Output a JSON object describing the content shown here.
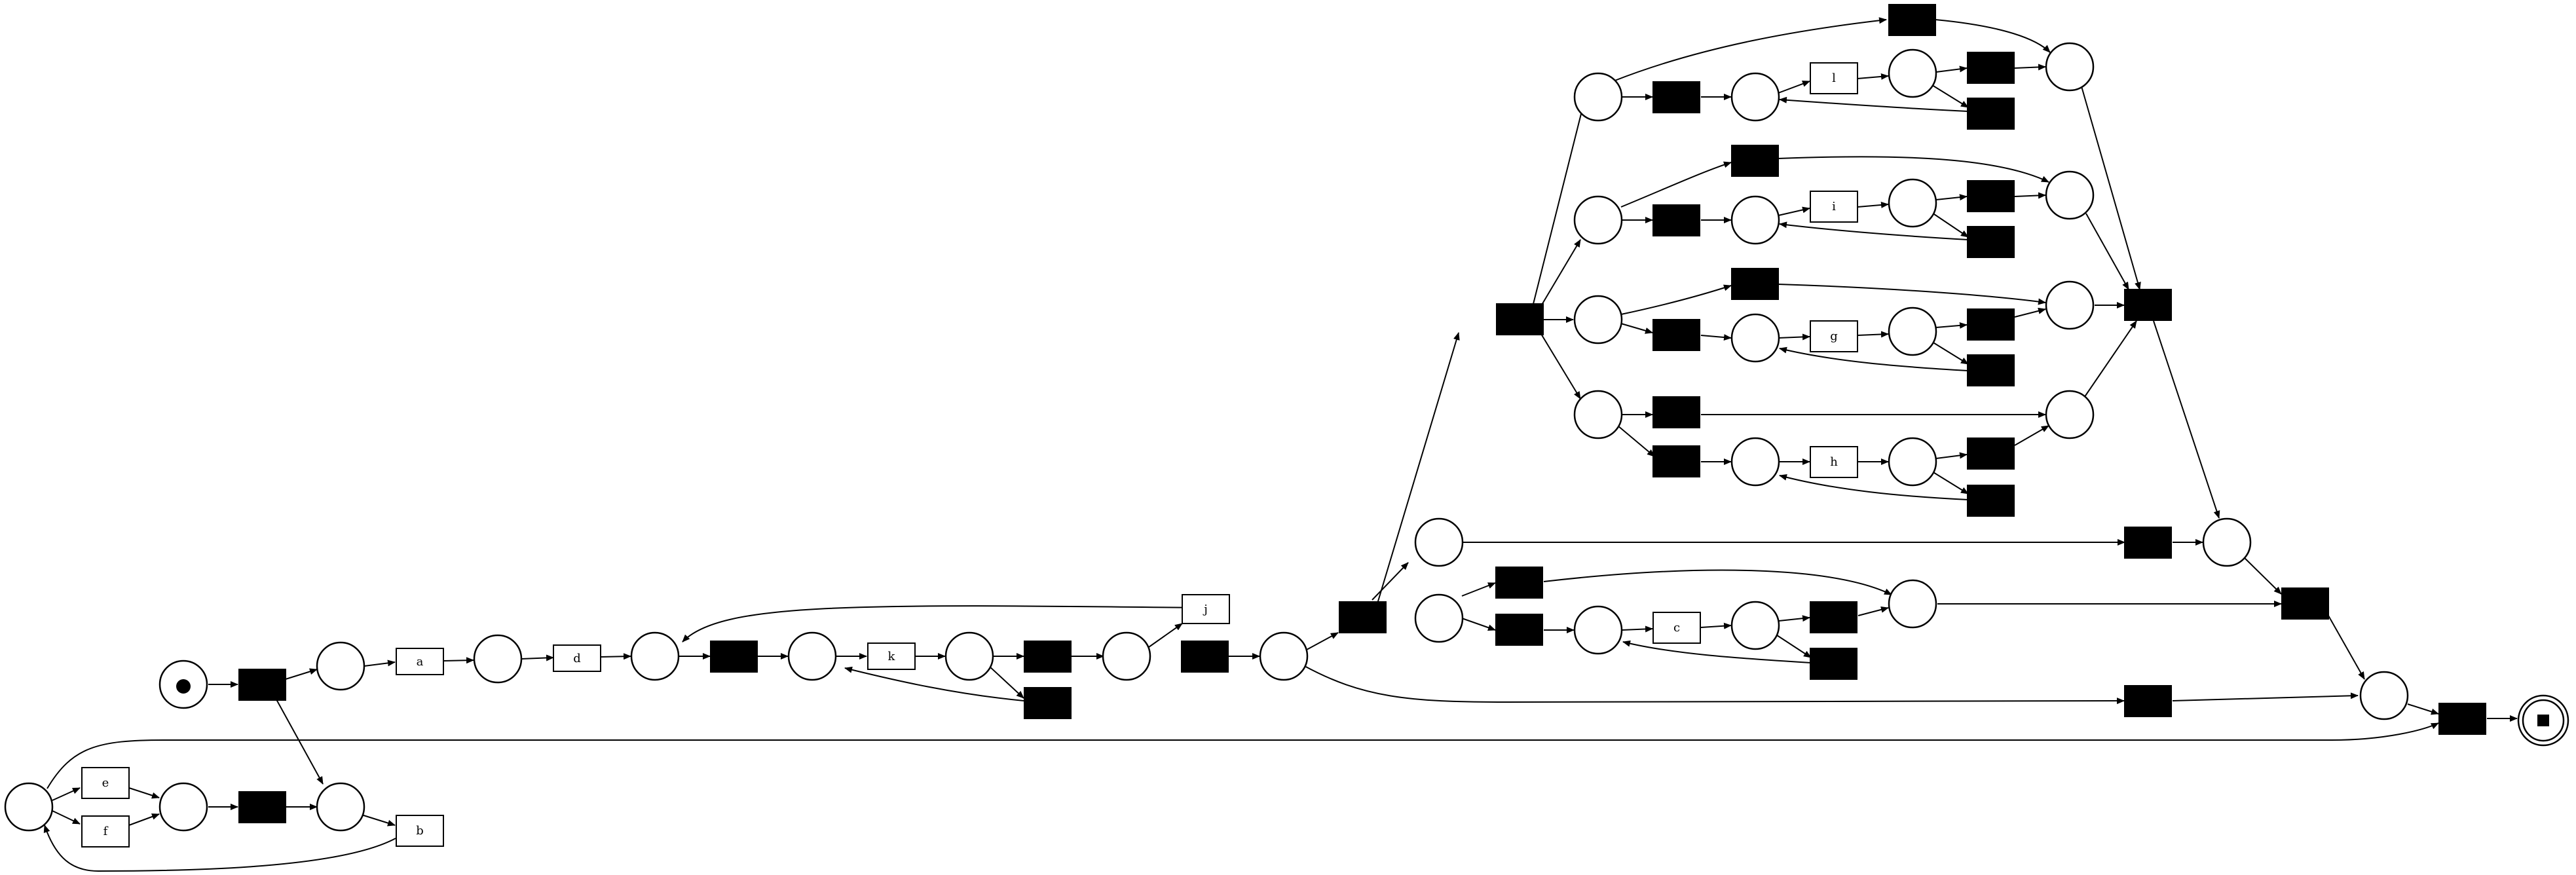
{
  "diagram": {
    "type": "petri-net",
    "colors": {
      "stroke": "#000000",
      "silent_fill": "#000000",
      "background": "#ffffff"
    },
    "source_marker": "token",
    "sink_marker": "final-marking",
    "transitions": {
      "a": "a",
      "b": "b",
      "c": "c",
      "d": "d",
      "e": "e",
      "f": "f",
      "g": "g",
      "h": "h",
      "i": "i",
      "j": "j",
      "k": "k",
      "l": "l"
    }
  }
}
